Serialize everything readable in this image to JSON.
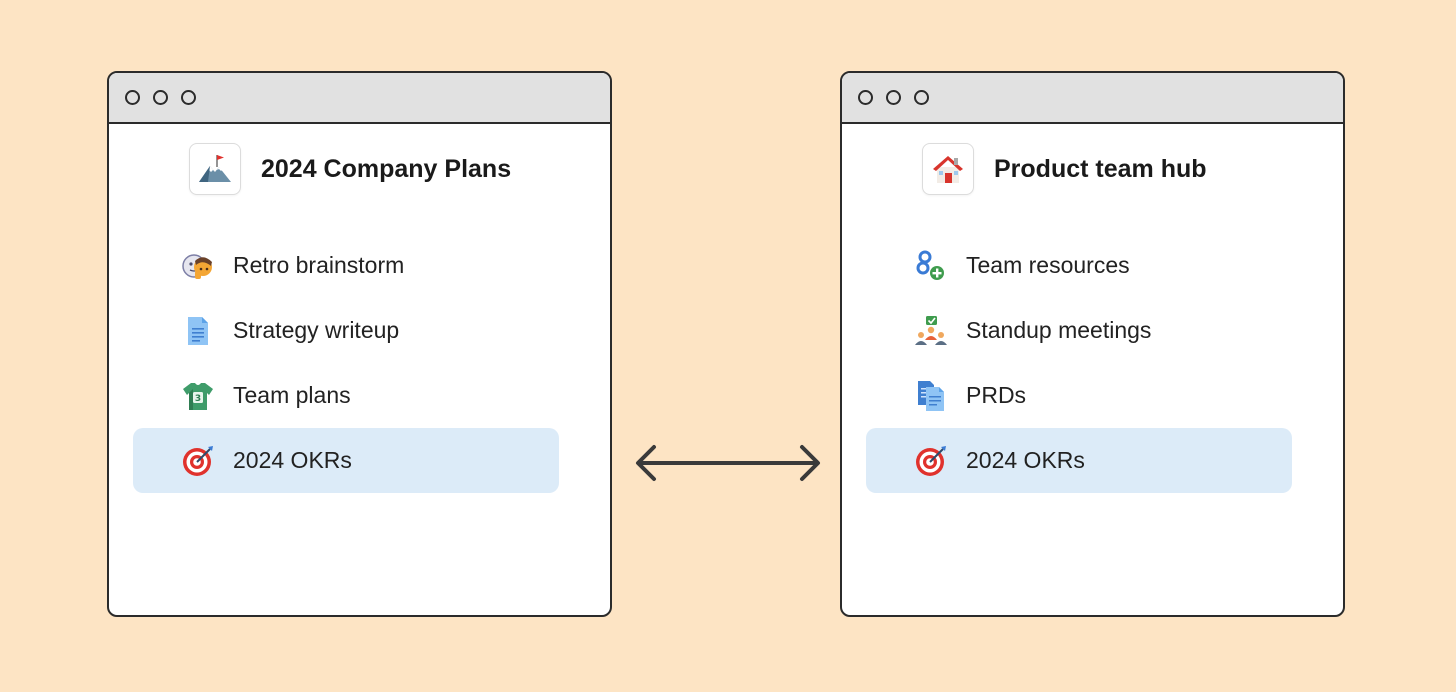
{
  "left_window": {
    "title": "2024 Company Plans",
    "icon": "mountain-flag-icon",
    "items": [
      {
        "label": "Retro brainstorm",
        "icon": "thinking-faces-icon"
      },
      {
        "label": "Strategy writeup",
        "icon": "document-icon"
      },
      {
        "label": "Team plans",
        "icon": "jersey-icon"
      },
      {
        "label": "2024 OKRs",
        "icon": "target-icon",
        "selected": true
      }
    ]
  },
  "right_window": {
    "title": "Product team hub",
    "icon": "house-icon",
    "items": [
      {
        "label": "Team resources",
        "icon": "link-plus-icon"
      },
      {
        "label": "Standup meetings",
        "icon": "team-meeting-icon"
      },
      {
        "label": "PRDs",
        "icon": "documents-icon"
      },
      {
        "label": "2024 OKRs",
        "icon": "target-icon",
        "selected": true
      }
    ]
  },
  "connector": {
    "icon": "double-arrow-icon"
  },
  "colors": {
    "background": "#fde4c4",
    "window_border": "#2b2b2b",
    "titlebar": "#e1e1e1",
    "selected_row": "#dcebf8"
  }
}
